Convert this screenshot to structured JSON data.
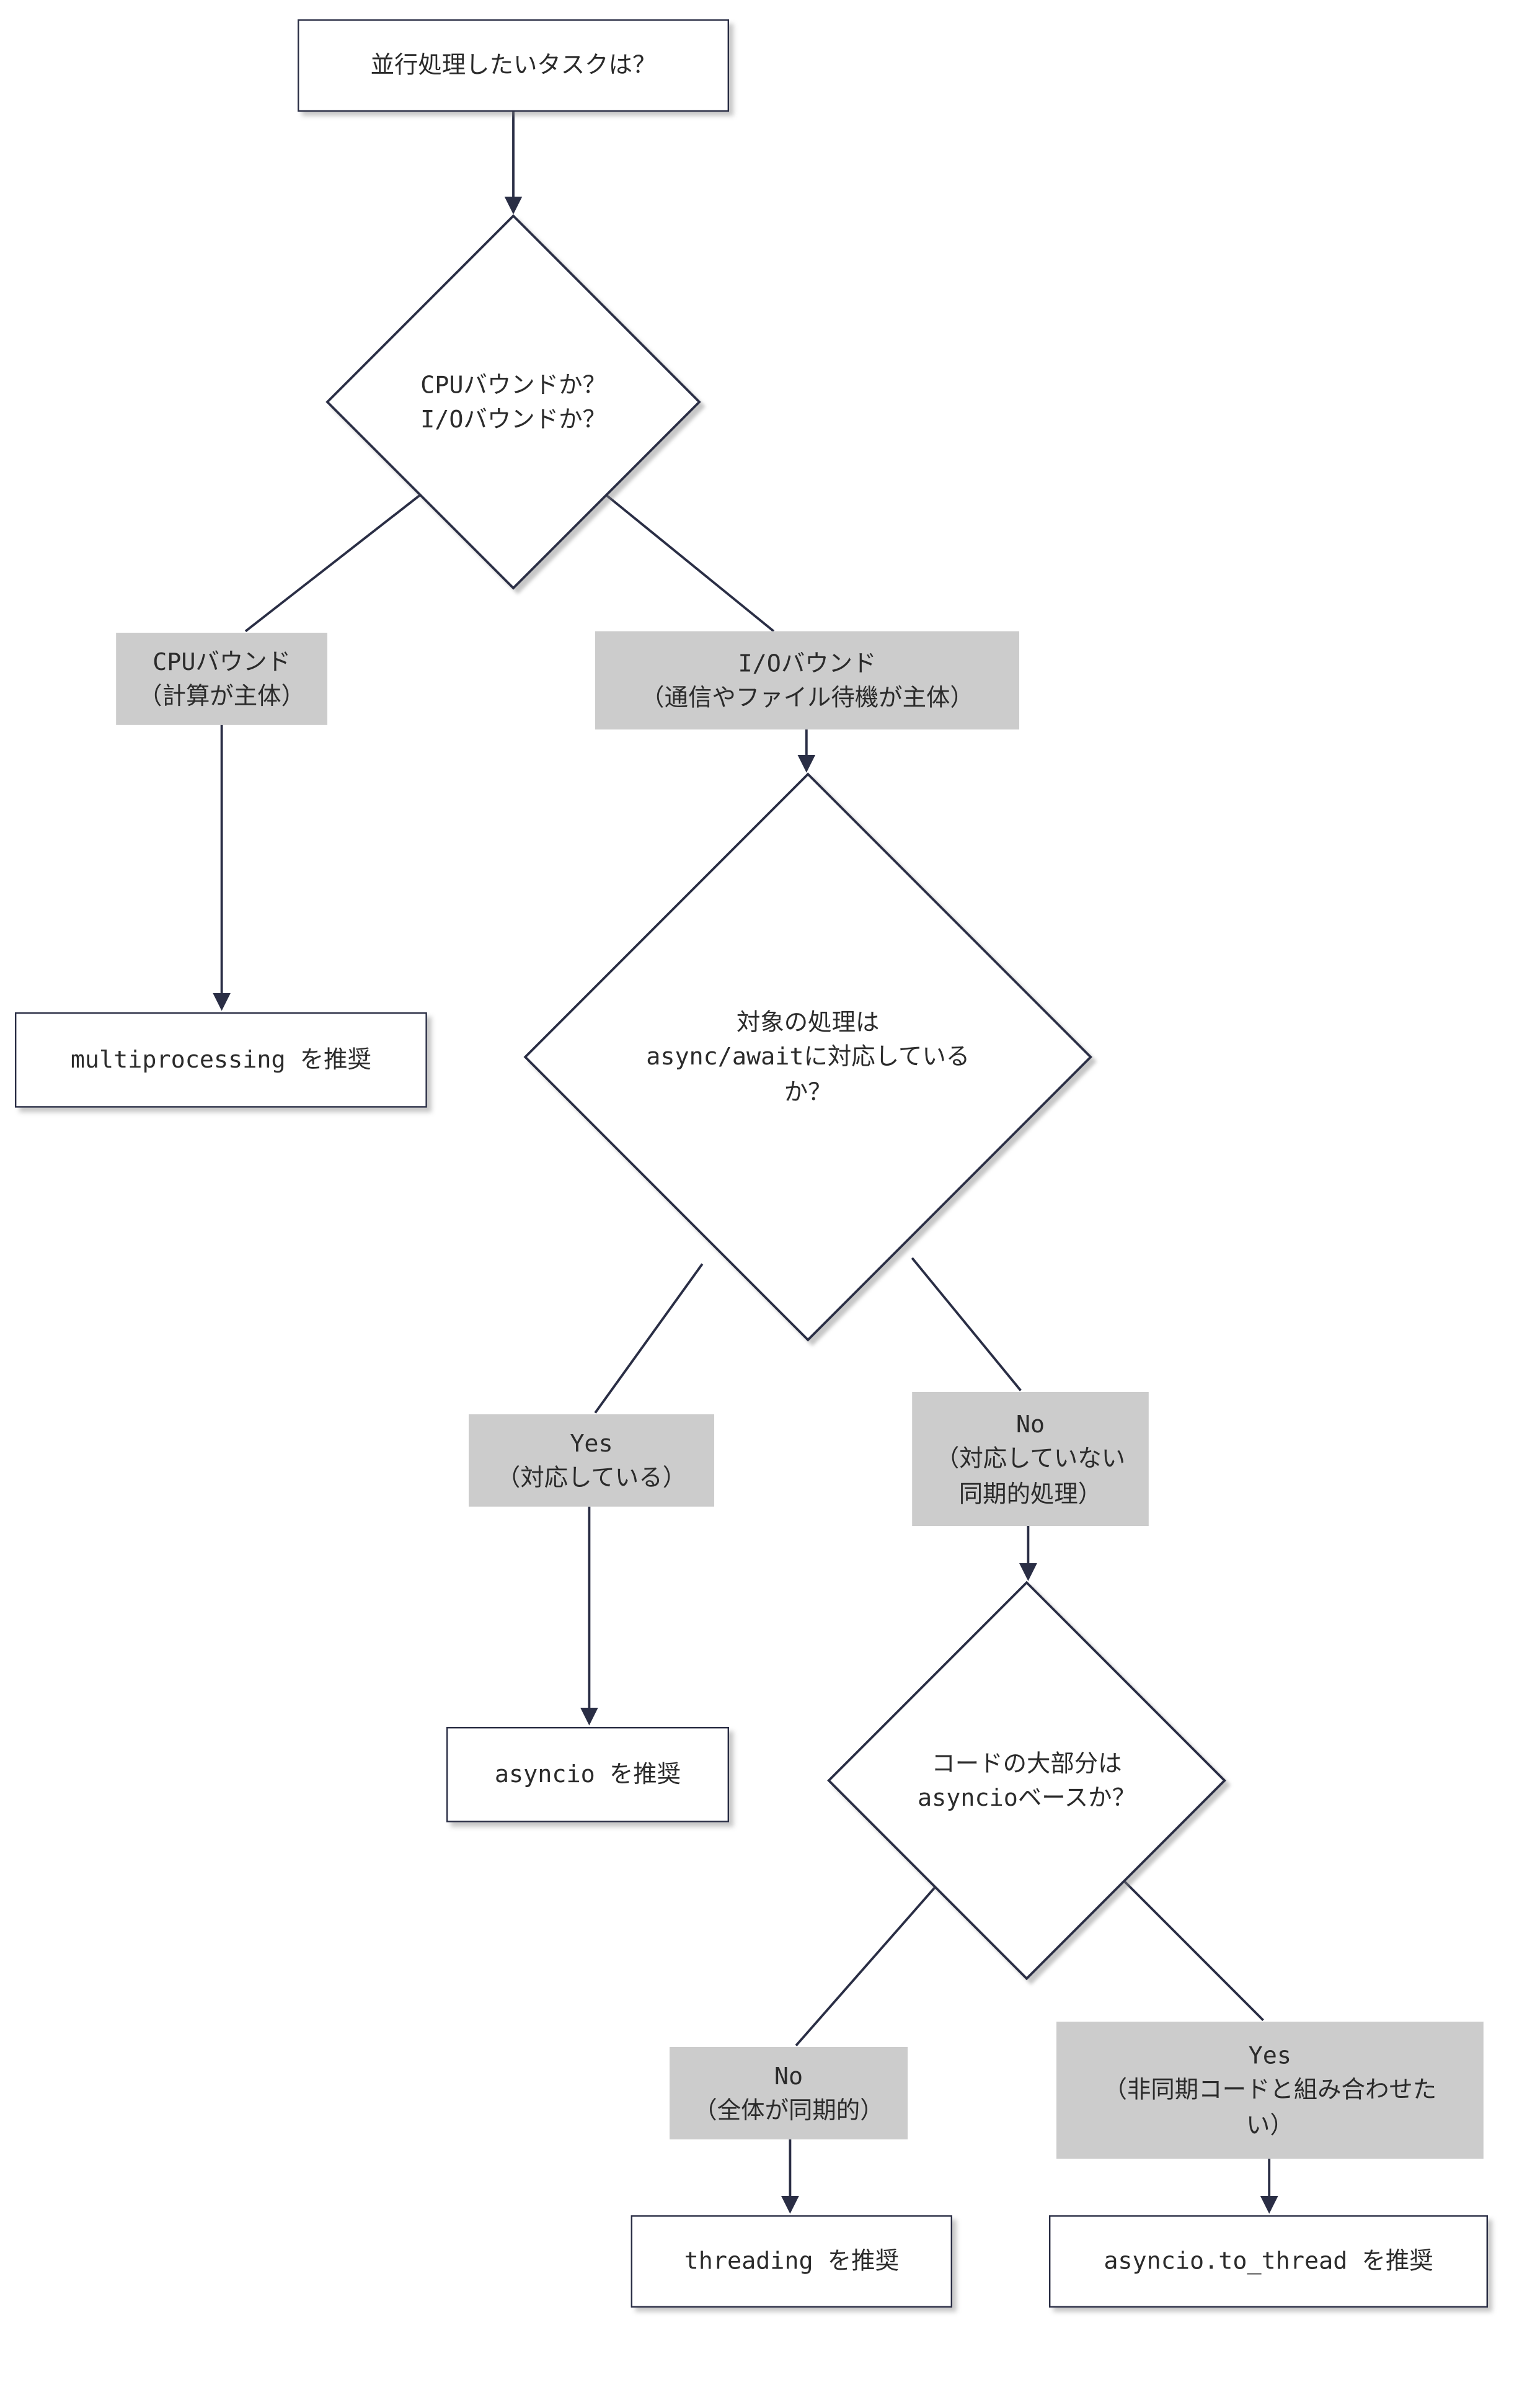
{
  "diagram": {
    "nodes": {
      "start": {
        "text": "並行処理したいタスクは？"
      },
      "decision_bound": {
        "text": "CPUバウンドか？\nI/Oバウンドか？"
      },
      "decision_async_support": {
        "text": "対象の処理は\nasync/awaitに対応している\nか？"
      },
      "decision_asyncio_base": {
        "text": "コードの大部分は\nasyncioベースか？"
      },
      "result_multiprocessing": {
        "text": "multiprocessing を推奨"
      },
      "result_asyncio": {
        "text": "asyncio を推奨"
      },
      "result_threading": {
        "text": "threading を推奨"
      },
      "result_to_thread": {
        "text": "asyncio.to_thread を推奨"
      }
    },
    "edge_labels": {
      "cpu_bound": {
        "text": "CPUバウンド\n（計算が主体）"
      },
      "io_bound": {
        "text": "I/Oバウンド\n（通信やファイル待機が主体）"
      },
      "yes_supported": {
        "text": "Yes\n（対応している）"
      },
      "no_not_supported": {
        "text": "No\n（対応していない\n同期的処理）"
      },
      "no_sync_overall": {
        "text": "No\n（全体が同期的）"
      },
      "yes_combine_async": {
        "text": "Yes\n（非同期コードと組み合わせた\nい）"
      }
    },
    "colors": {
      "node_border": "#2a2e45",
      "node_fill": "#ffffff",
      "edge": "#2a2e45",
      "edge_label_bg": "#cccccc",
      "text": "#2b2b2b",
      "background": "#ffffff"
    }
  }
}
